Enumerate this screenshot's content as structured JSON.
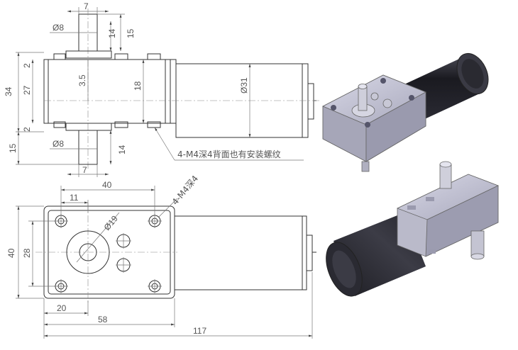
{
  "dimensions": {
    "shaft_top_width": "7",
    "shaft_top_diameter": "Ø8",
    "shaft_top_len_14": "14",
    "shaft_top_len_15": "15",
    "h_2_top": "2",
    "h_34": "34",
    "h_27": "27",
    "h_2_bottom": "2",
    "off_3_5": "3.5",
    "h_18": "18",
    "motor_diameter": "Ø31",
    "shaft_bottom_15": "15",
    "shaft_bottom_diameter": "Ø8",
    "shaft_bottom_14": "14",
    "shaft_bottom_width": "7",
    "w_40_top": "40",
    "w_11": "11",
    "hub_diameter": "Ø19",
    "h_40_left": "40",
    "h_28": "28",
    "w_20": "20",
    "w_58": "58",
    "w_117": "117"
  },
  "notes": {
    "side_holes": "4-M4深4背面也有安装螺纹",
    "front_holes": "4-M4深4"
  }
}
